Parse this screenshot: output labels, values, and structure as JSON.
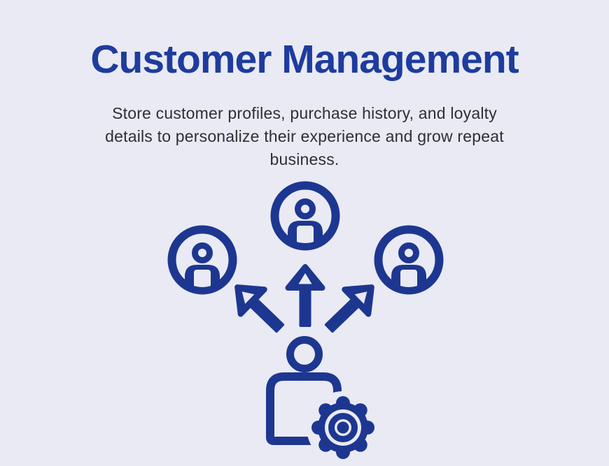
{
  "page": {
    "colors": {
      "background": "#e9eaf3",
      "accent": "#1d3791",
      "title": "#1e3c9e",
      "body_text": "#2c3037"
    }
  },
  "header": {
    "title": "Customer Management",
    "subtitle_lines": [
      "Store customer profiles, purchase history, and loyalty",
      "details to personalize their experience and grow repeat",
      "business."
    ]
  },
  "illustration": {
    "icons": [
      "user-circle-icon-top",
      "user-circle-icon-left",
      "user-circle-icon-right",
      "arrow-up-icon",
      "arrow-up-left-icon",
      "arrow-up-right-icon",
      "person-icon",
      "gear-icon"
    ]
  }
}
